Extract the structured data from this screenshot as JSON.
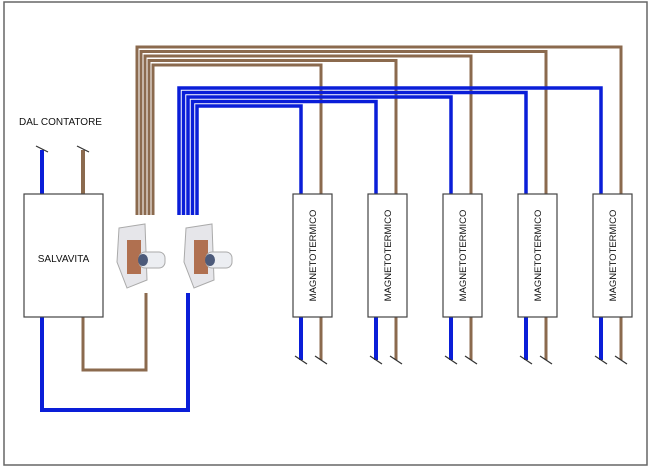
{
  "labels": {
    "source": "DAL CONTATORE",
    "main_switch": "SALVAVITA"
  },
  "breakers": [
    {
      "label": "MAGNETOTERMICO"
    },
    {
      "label": "MAGNETOTERMICO"
    },
    {
      "label": "MAGNETOTERMICO"
    },
    {
      "label": "MAGNETOTERMICO"
    },
    {
      "label": "MAGNETOTERMICO"
    }
  ],
  "colors": {
    "neutral_wire": "#0a1ed8",
    "phase_wire": "#8b6a4e",
    "return_wire": "#6b6a46",
    "frame": "#666666"
  }
}
